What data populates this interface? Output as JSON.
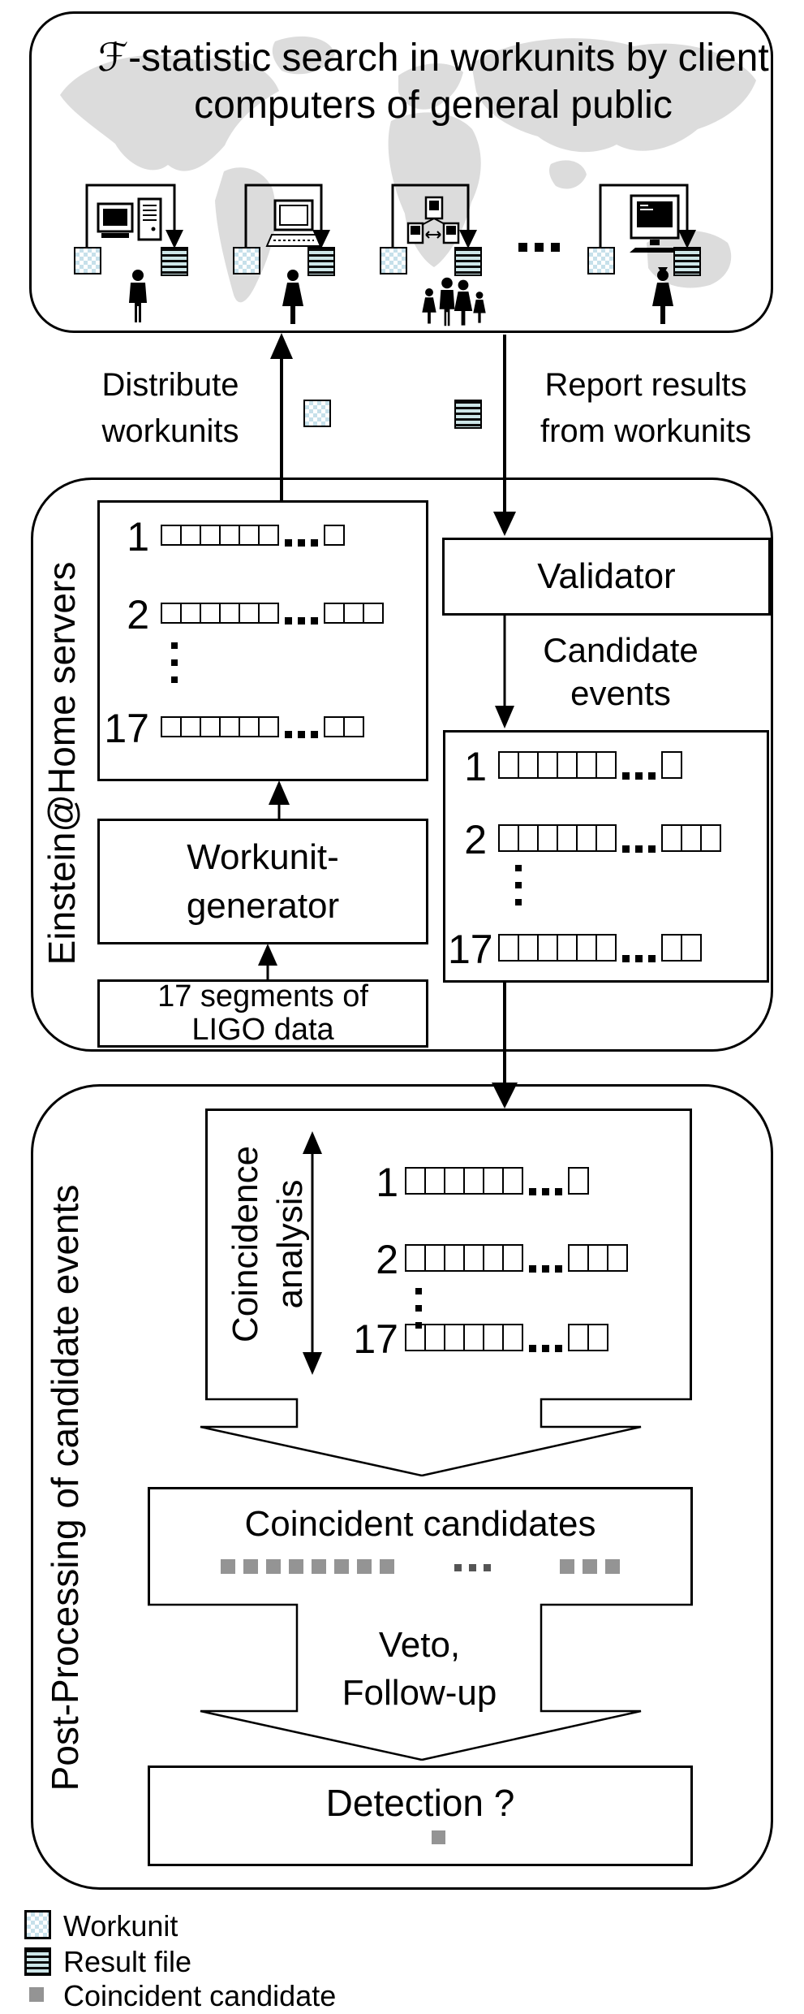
{
  "title": "ℱ-statistic search in workunits by client computers of general public",
  "flow": {
    "distribute": "Distribute workunits",
    "report": "Report results from workunits"
  },
  "servers": {
    "label": "Einstein@Home servers",
    "validator": "Validator",
    "candidate_events": "Candidate events",
    "generator_line1": "Workunit-",
    "generator_line2": "generator",
    "segments": "17 segments of LIGO data",
    "workunit_table": {
      "rows": [
        {
          "label": "1",
          "cells": 6,
          "trailing": 1
        },
        {
          "label": "2",
          "cells": 6,
          "trailing": 3
        },
        {
          "label": "17",
          "cells": 6,
          "trailing": 2
        }
      ]
    },
    "result_table": {
      "rows": [
        {
          "label": "1",
          "cells": 6,
          "trailing": 1
        },
        {
          "label": "2",
          "cells": 6,
          "trailing": 3
        },
        {
          "label": "17",
          "cells": 6,
          "trailing": 2
        }
      ]
    }
  },
  "post": {
    "label": "Post-Processing of candidate events",
    "coincidence_line1": "Coincidence",
    "coincidence_line2": "analysis",
    "coincidence_table": {
      "rows": [
        {
          "label": "1",
          "cells": 6,
          "trailing": 1
        },
        {
          "label": "2",
          "cells": 6,
          "trailing": 3
        },
        {
          "label": "17",
          "cells": 6,
          "trailing": 2
        }
      ]
    },
    "coincident_candidates": "Coincident candidates",
    "squares_group1": 8,
    "squares_group2": 3,
    "veto_line1": "Veto,",
    "veto_line2": "Follow-up",
    "detection": "Detection ?"
  },
  "legend": {
    "items": [
      {
        "icon": "workunit-icon",
        "label": "Workunit"
      },
      {
        "icon": "result-file-icon",
        "label": "Result file"
      },
      {
        "icon": "coincident-candidate-icon",
        "label": "Coincident candidate"
      }
    ]
  },
  "colors": {
    "workunit_fill": "#c6e0ea",
    "result_stripe_bg": "#cde6e8",
    "candidate_gray": "#949494",
    "map_gray": "#dcdcdc"
  }
}
